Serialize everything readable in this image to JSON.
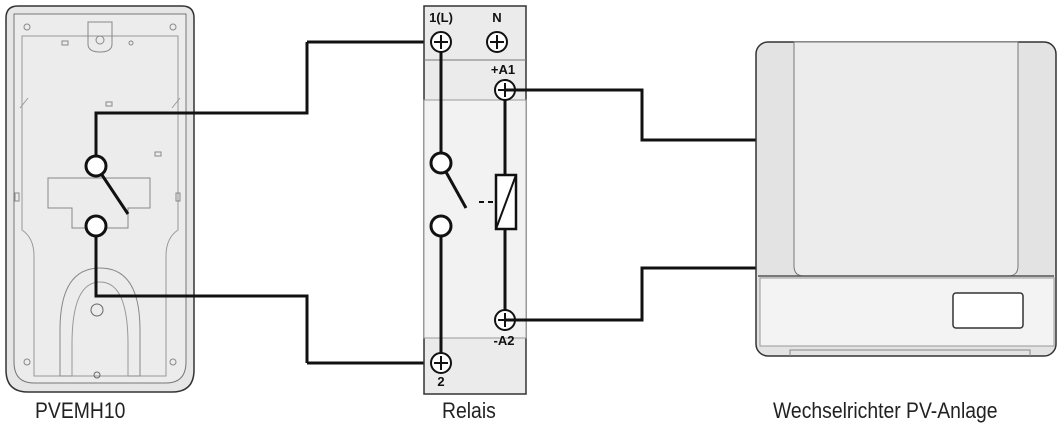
{
  "captions": {
    "device": "PVEMH10",
    "relay": "Relais",
    "inverter": "Wechselrichter PV-Anlage"
  },
  "relay_terminals": {
    "t1": "1(L)",
    "n": "N",
    "a1": "+A1",
    "a2": "-A2",
    "t2": "2"
  },
  "colors": {
    "line": "#111111",
    "device_fill": "#e6e6e6",
    "relay_fill": "#ebebeb",
    "inverter_fill": "#e3e3e3"
  }
}
